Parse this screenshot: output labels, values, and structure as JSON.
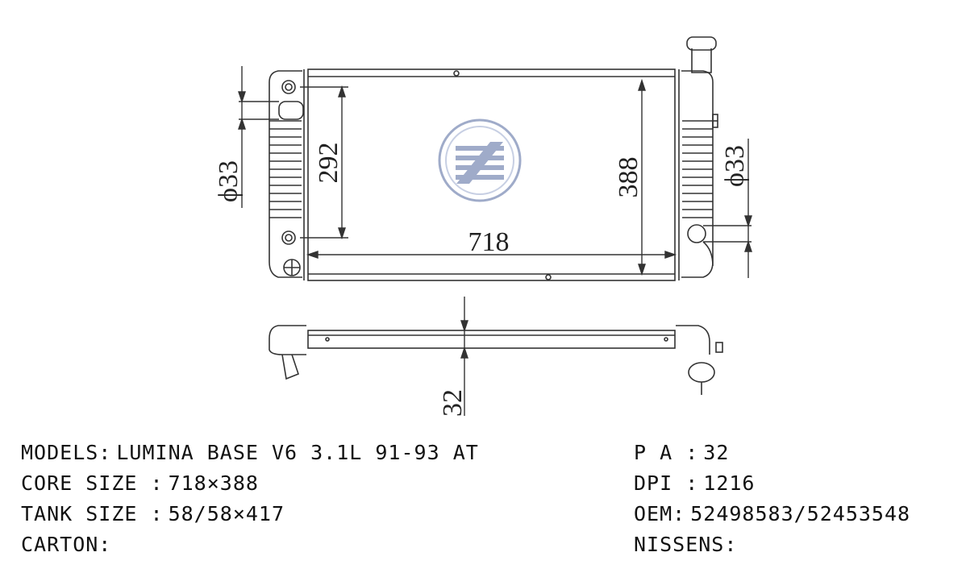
{
  "diagram": {
    "dims": {
      "core_width": "718",
      "core_height": "388",
      "inlet_spacing": "292",
      "left_pipe_dia": "ϕ33",
      "right_pipe_dia": "ϕ33",
      "core_thickness": "32"
    },
    "logo_text": "ZE"
  },
  "specs": {
    "models_label": "MODELS:",
    "models_value": "LUMINA BASE V6 3.1L 91-93 AT",
    "core_size_label": "CORE SIZE :",
    "core_size_value": "718×388",
    "tank_size_label": "TANK SIZE :",
    "tank_size_value": "58/58×417",
    "carton_label": "CARTON:",
    "carton_value": "",
    "pa_label": "P A :",
    "pa_value": "32",
    "dpi_label": "DPI :",
    "dpi_value": "1216",
    "oem_label": "OEM:",
    "oem_value": "52498583/52453548",
    "nissens_label": "NISSENS:",
    "nissens_value": ""
  },
  "colors": {
    "line": "#333333",
    "logo": "#7f8fb8"
  }
}
